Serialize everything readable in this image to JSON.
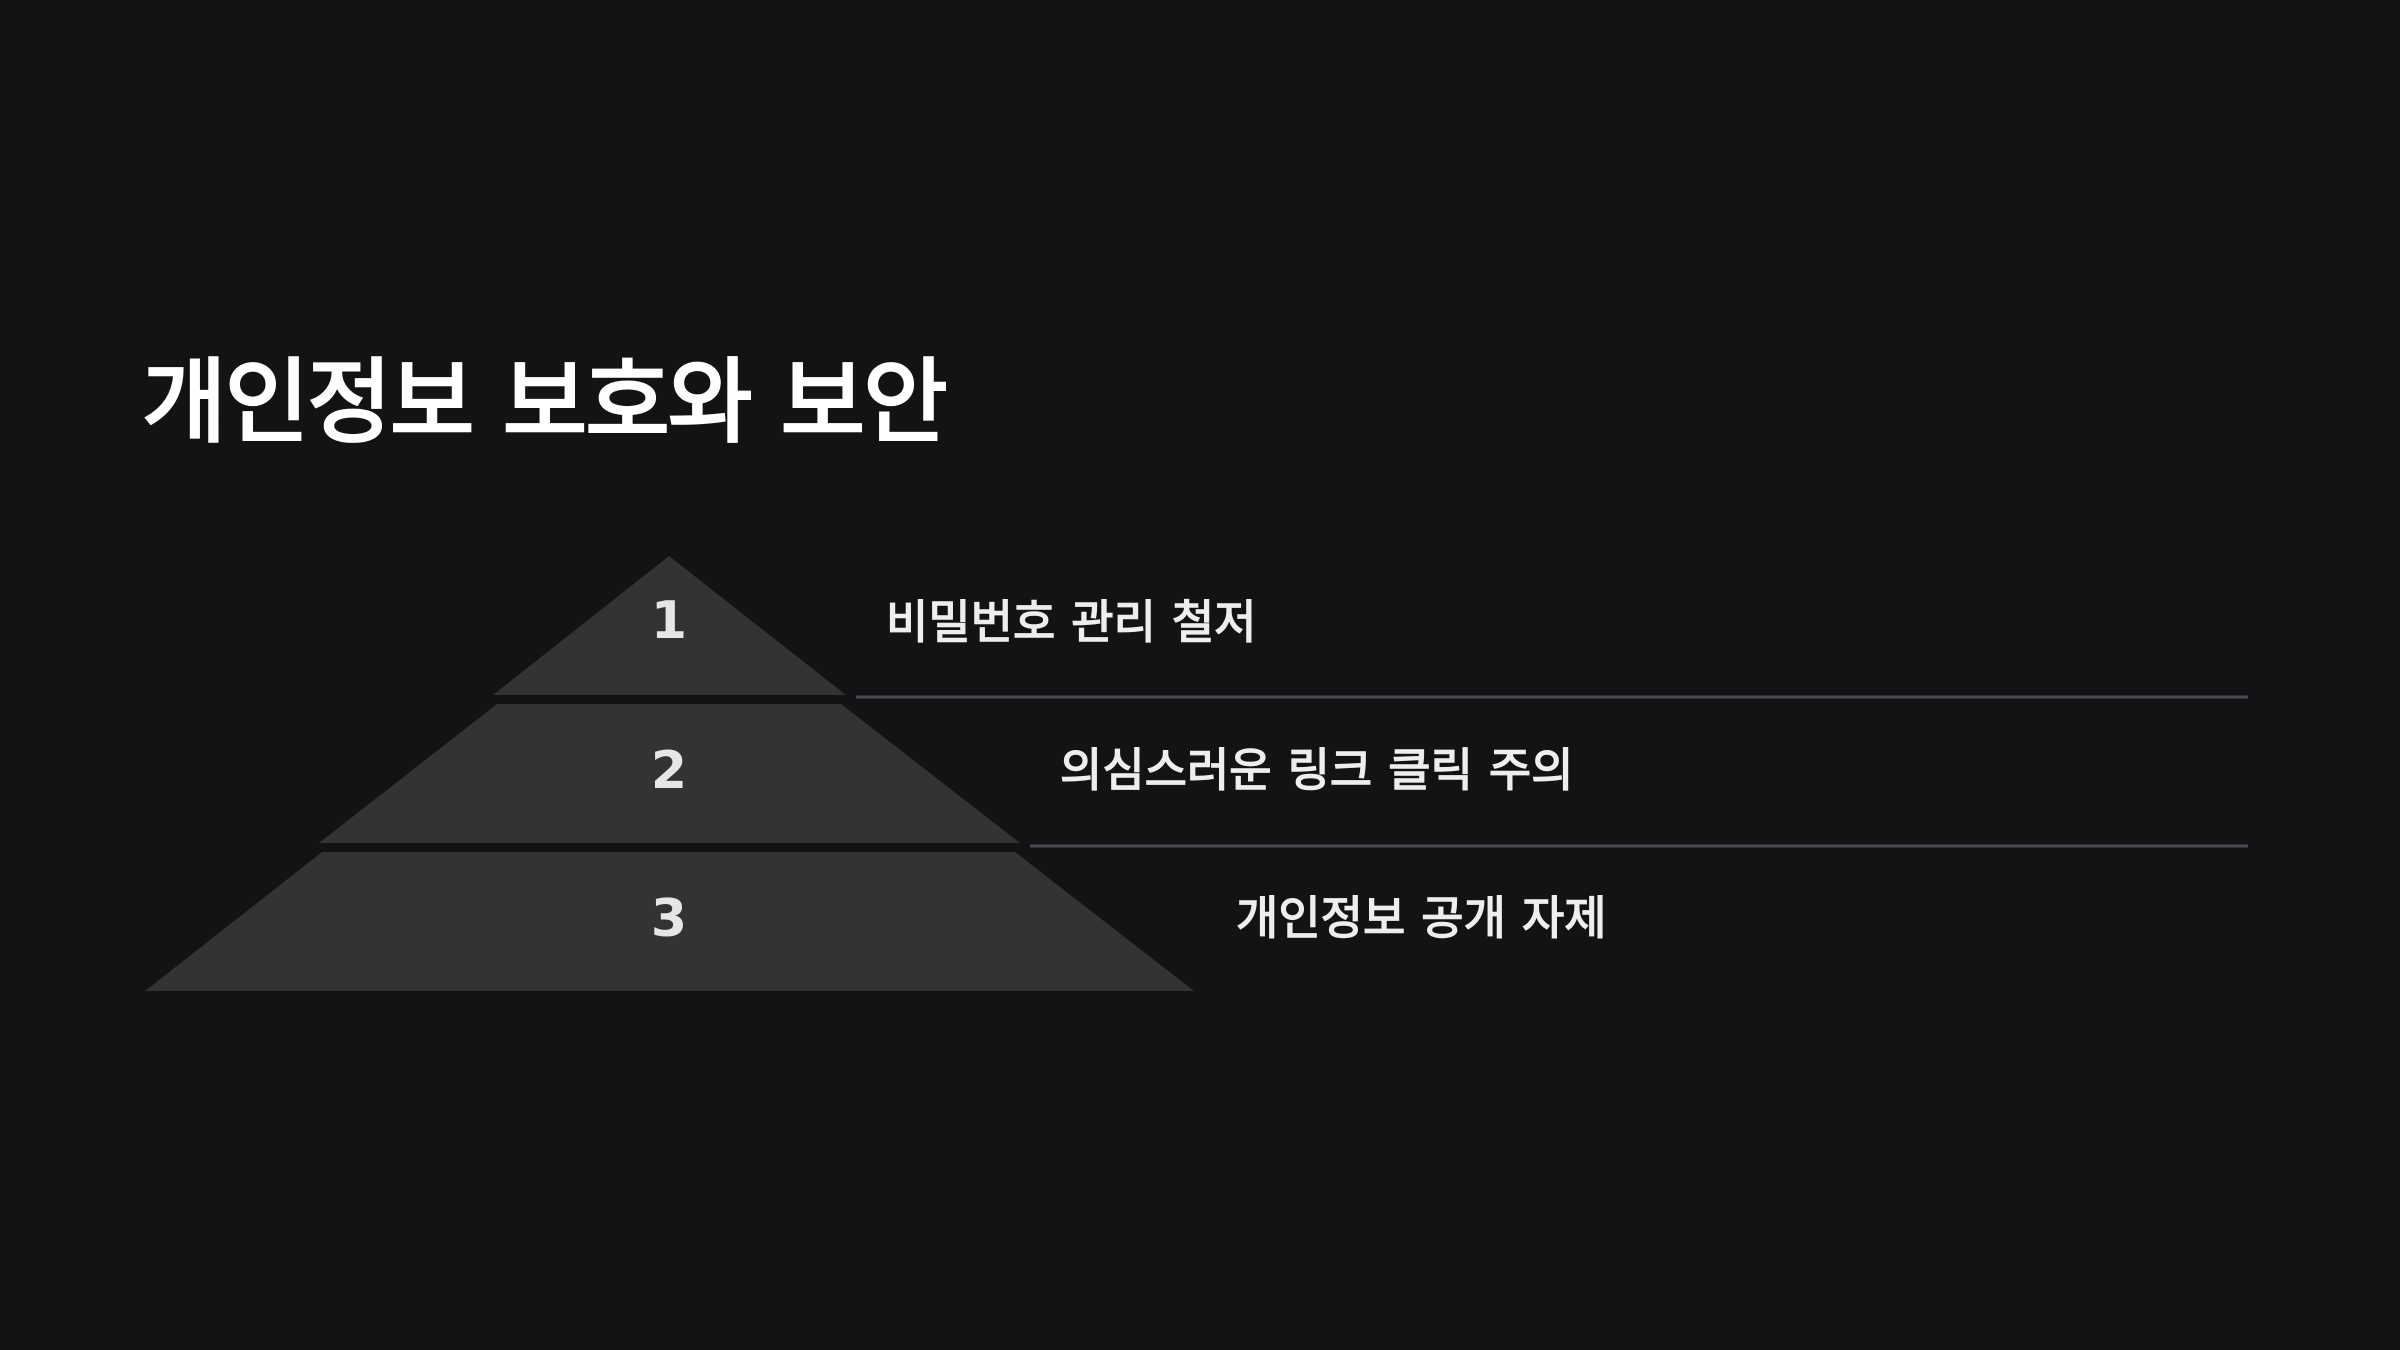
{
  "slide": {
    "title": "개인정보 보호와 보안"
  },
  "pyramid": {
    "tiers": [
      {
        "number": "1",
        "label": "비밀번호 관리 철저"
      },
      {
        "number": "2",
        "label": "의심스러운 링크 클릭 주의"
      },
      {
        "number": "3",
        "label": "개인정보 공개 자제"
      }
    ]
  },
  "colors": {
    "background": "#121315",
    "tier_fill": "#333335",
    "divider_line": "#4a4b4e",
    "title_text": "#ffffff",
    "label_text": "#eeeeee"
  }
}
